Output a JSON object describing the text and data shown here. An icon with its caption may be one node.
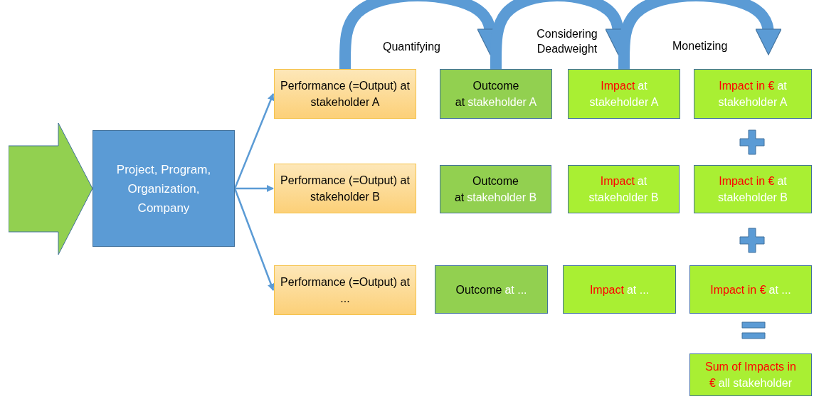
{
  "diagram": {
    "nodes": [
      {
        "text": [],
        "shape": "arrow"
      },
      {
        "text": [
          "Project, Program, Organization, Company"
        ]
      },
      {
        "text": [
          "Performance (=Output) at stakeholder A"
        ]
      },
      {
        "text": [
          "Performance (=Output) at stakeholder B"
        ]
      },
      {
        "text": [
          "Performance (=Output) at ..."
        ]
      },
      {
        "text": [
          "Outcome at",
          "stakeholder A"
        ]
      },
      {
        "text": [
          "Outcome at",
          "stakeholder B"
        ]
      },
      {
        "text": [
          "Outcome",
          "at ..."
        ]
      },
      {
        "text": [
          "Impact",
          "at stakeholder A"
        ]
      },
      {
        "text": [
          "Impact",
          "at stakeholder B"
        ]
      },
      {
        "text": [
          "Impact",
          "at ..."
        ]
      },
      {
        "text": [
          "Impact in €",
          "at stakeholder A"
        ]
      },
      {
        "text": [
          "Impact in €",
          "at stakeholder B"
        ]
      },
      {
        "text": [
          "Impact in €",
          "at ..."
        ]
      },
      {
        "text": [
          "Sum of Impacts in €",
          "all stakeholder"
        ]
      }
    ],
    "edges": [
      {
        "from": 1,
        "to": 2,
        "arrow": "to"
      },
      {
        "from": 1,
        "to": 3,
        "arrow": "to"
      },
      {
        "from": 1,
        "to": 4,
        "arrow": "to"
      },
      {
        "from": 2,
        "to": 5,
        "arrow": "to",
        "label": "Quantifying",
        "style": "thick"
      },
      {
        "from": 5,
        "to": 8,
        "arrow": "to",
        "label": "Considering Deadweight",
        "style": "thick"
      },
      {
        "from": 8,
        "to": 11,
        "arrow": "to",
        "label": "Monetizing",
        "style": "thick"
      }
    ]
  }
}
